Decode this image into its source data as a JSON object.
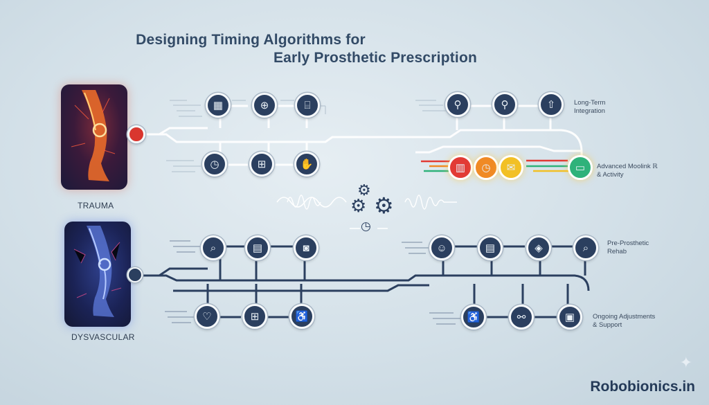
{
  "title": {
    "line1": "Designing Timing Algorithms for",
    "line2": "Early Prosthetic Prescription"
  },
  "limbs": {
    "trauma_label": "TRAUMA",
    "dysvascular_label": "DYSVASCULAR"
  },
  "side_labels": {
    "long_term_1": "Long-Term",
    "long_term_2": "Integration",
    "advanced_1": "Advanced Moolink ℝ",
    "advanced_2": "& Activity",
    "pre_1": "Pre-Prosthetic",
    "pre_2": "Rehab",
    "ongoing_1": "Ongoing Adjustments",
    "ongoing_2": "& Support"
  },
  "icons": {
    "trauma_top": [
      "calendar-icon",
      "medical-cross-icon",
      "stairs-icon"
    ],
    "trauma_bottom": [
      "clock-icon",
      "first-aid-icon",
      "handshake-icon"
    ],
    "trauma_top_right": [
      "running-icon",
      "running-icon",
      "arrow-up-icon"
    ],
    "trauma_colored": [
      "building-icon",
      "clock-icon",
      "message-icon",
      "monitor-icon"
    ],
    "center": [
      "gears-icon",
      "clock-icon"
    ],
    "dysv_top": [
      "magnifier-icon",
      "id-card-icon",
      "camera-icon"
    ],
    "dysv_bottom": [
      "heart-icon",
      "first-aid-icon",
      "walking-icon"
    ],
    "dysv_top_right": [
      "user-profile-icon",
      "id-card-icon",
      "portrait-icon",
      "magnifier-icon"
    ],
    "dysv_bottom_right": [
      "wheelchair-icon",
      "walker-icon",
      "monitor-icon"
    ]
  },
  "colors": {
    "trauma_dot": "#d9362f",
    "dysv_dot": "#2b3f5f",
    "node": "#2b3f5f",
    "orange": "#f08a24",
    "yellow": "#f2c025",
    "green": "#2fb27a"
  },
  "brand": "Robobionics.in"
}
